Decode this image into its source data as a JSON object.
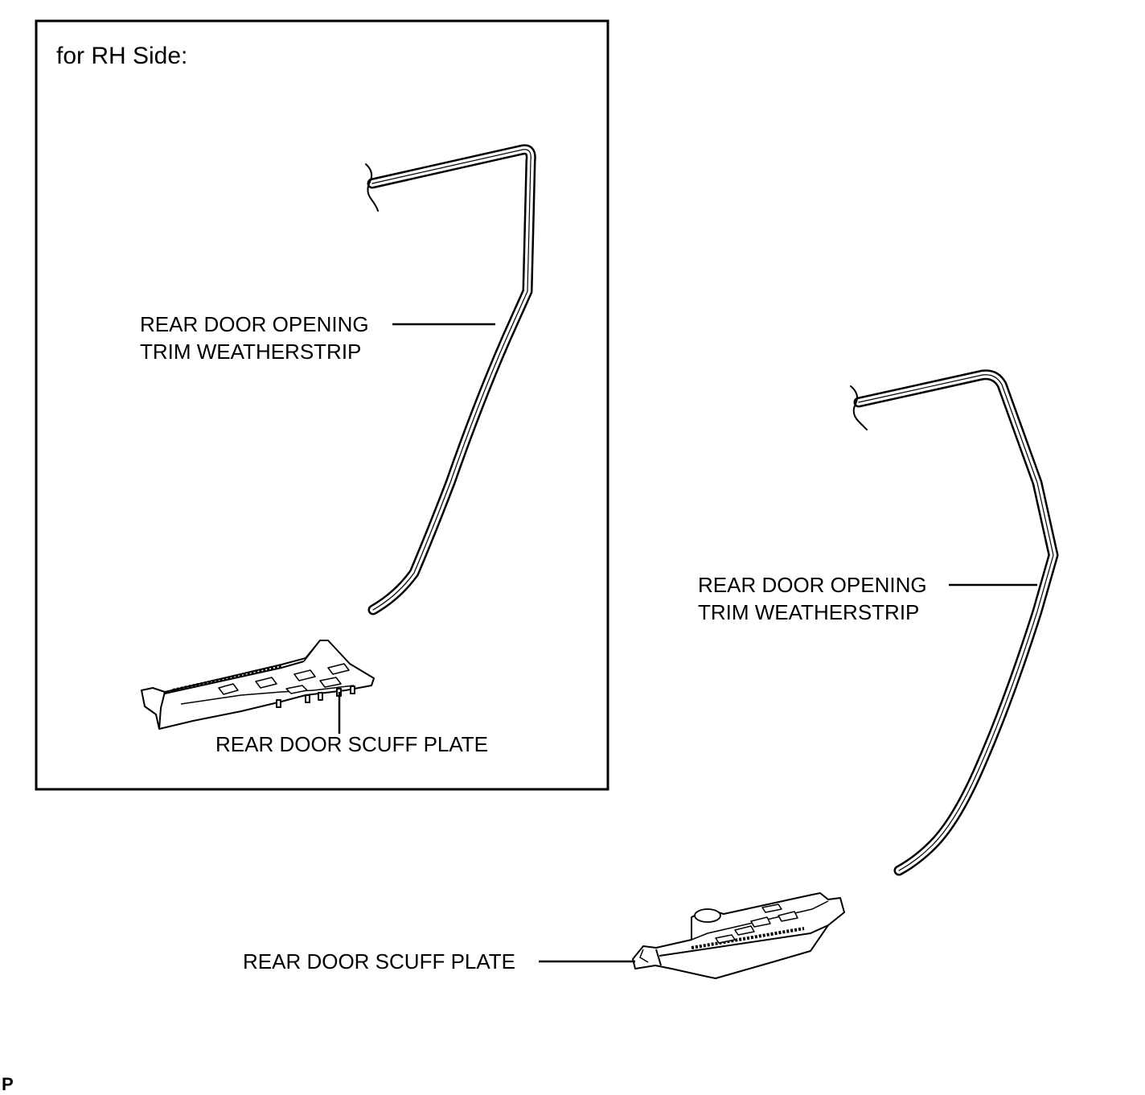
{
  "inset": {
    "title": "for RH Side:",
    "weatherstrip_label_line1": "REAR DOOR OPENING",
    "weatherstrip_label_line2": "TRIM WEATHERSTRIP",
    "scuff_plate_label": "REAR DOOR SCUFF PLATE"
  },
  "main": {
    "weatherstrip_label_line1": "REAR DOOR OPENING",
    "weatherstrip_label_line2": "TRIM WEATHERSTRIP",
    "scuff_plate_label": "REAR DOOR SCUFF PLATE"
  },
  "corner_mark": "P",
  "colors": {
    "line": "#000000",
    "background": "#ffffff"
  }
}
